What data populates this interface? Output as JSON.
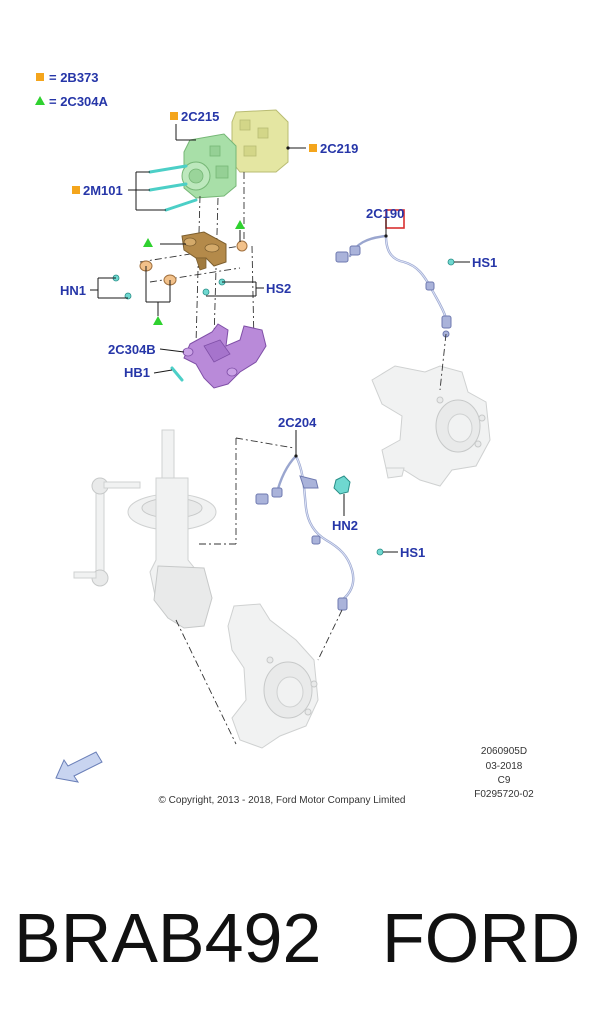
{
  "legend": [
    {
      "symbol": "square",
      "color": "#f4a51c",
      "text": "= 2B373"
    },
    {
      "symbol": "triangle",
      "color": "#2fd12f",
      "text": "= 2C304A"
    }
  ],
  "callouts": {
    "c_2C215": "2C215",
    "c_2C219": "2C219",
    "c_2M101": "2M101",
    "c_HN1": "HN1",
    "c_HS2": "HS2",
    "c_2C304B": "2C304B",
    "c_HB1": "HB1",
    "c_2C190": "2C190",
    "c_HS1_top": "HS1",
    "c_2C204": "2C204",
    "c_HN2": "HN2",
    "c_HS1_bottom": "HS1"
  },
  "colors": {
    "label_text": "#2636a8",
    "module_green": "#a8dfa8",
    "module_yellow": "#e4e6a2",
    "bracket_brown": "#b48a4a",
    "bracket_purple": "#b98ad9",
    "highlight_red": "#d93030",
    "cable_blue": "#9aa6cf"
  },
  "illustration_reference": {
    "code": "2060905D",
    "date": "03-2018",
    "rev": "C9",
    "figure_id": "F0295720-02"
  },
  "copyright": "© Copyright, 2013 - 2018, Ford Motor Company Limited",
  "footer": {
    "part_number": "BRAB492",
    "brand": "FORD"
  }
}
